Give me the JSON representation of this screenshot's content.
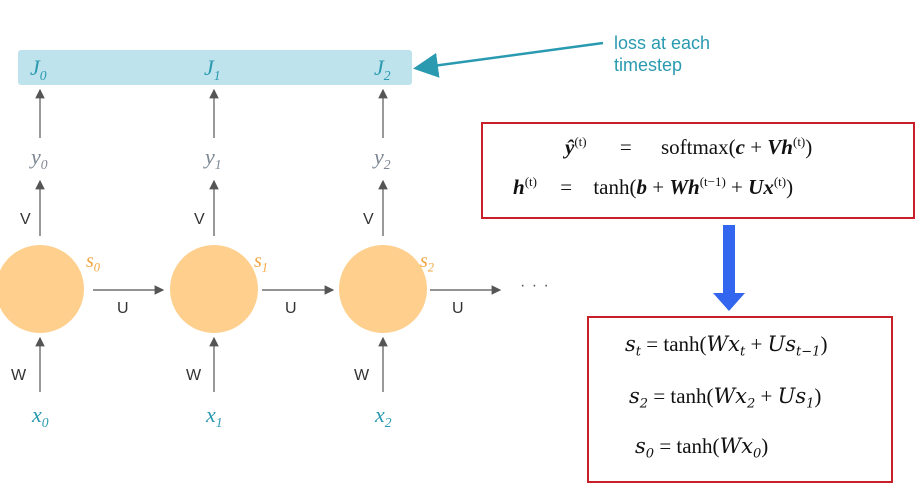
{
  "loss_callout": "loss at each timestep",
  "nodes": [
    {
      "loss": "J",
      "loss_sub": "0",
      "out": "y",
      "out_sub": "0",
      "state": "s",
      "state_sub": "0",
      "in": "x",
      "in_sub": "0"
    },
    {
      "loss": "J",
      "loss_sub": "1",
      "out": "y",
      "out_sub": "1",
      "state": "s",
      "state_sub": "1",
      "in": "x",
      "in_sub": "1"
    },
    {
      "loss": "J",
      "loss_sub": "2",
      "out": "y",
      "out_sub": "2",
      "state": "s",
      "state_sub": "2",
      "in": "x",
      "in_sub": "2"
    }
  ],
  "weights": {
    "V": "V",
    "U": "U",
    "W": "W"
  },
  "ellipsis": "· · ·",
  "book_equations": {
    "yhat_lhs": "ŷ",
    "t_sup": "(t)",
    "tminus_sup": "(t−1)",
    "eq": "=",
    "softmax": "softmax",
    "tanh": "tanh",
    "c": "c",
    "V": "V",
    "h": "h",
    "b": "b",
    "W": "W",
    "U": "U",
    "x": "x",
    "plus": "+",
    "lp": "(",
    "rp": ")"
  },
  "example_equations": [
    {
      "lhs": "s",
      "lhs_sub": "t",
      "rhs_pre": "tanh(",
      "a": "Wx",
      "a_sub": "t",
      "plus": " + ",
      "b": "Us",
      "b_sub": "t−1",
      "close": ")"
    },
    {
      "lhs": "s",
      "lhs_sub": "2",
      "rhs_pre": "tanh(",
      "a": "Wx",
      "a_sub": "2",
      "plus": " + ",
      "b": "Us",
      "b_sub": "1",
      "close": ")"
    },
    {
      "lhs": "s",
      "lhs_sub": "0",
      "rhs_pre": "tanh(",
      "a": "Wx",
      "a_sub": "0",
      "plus": "",
      "b": "",
      "b_sub": "",
      "close": ")"
    }
  ],
  "colors": {
    "teal": "#2a9ab0",
    "band": "#bfe3ec",
    "node": "#ffcf8e",
    "state_label": "#f2a640",
    "box_border": "#c8202a",
    "arrow_blue": "#3366ee"
  }
}
